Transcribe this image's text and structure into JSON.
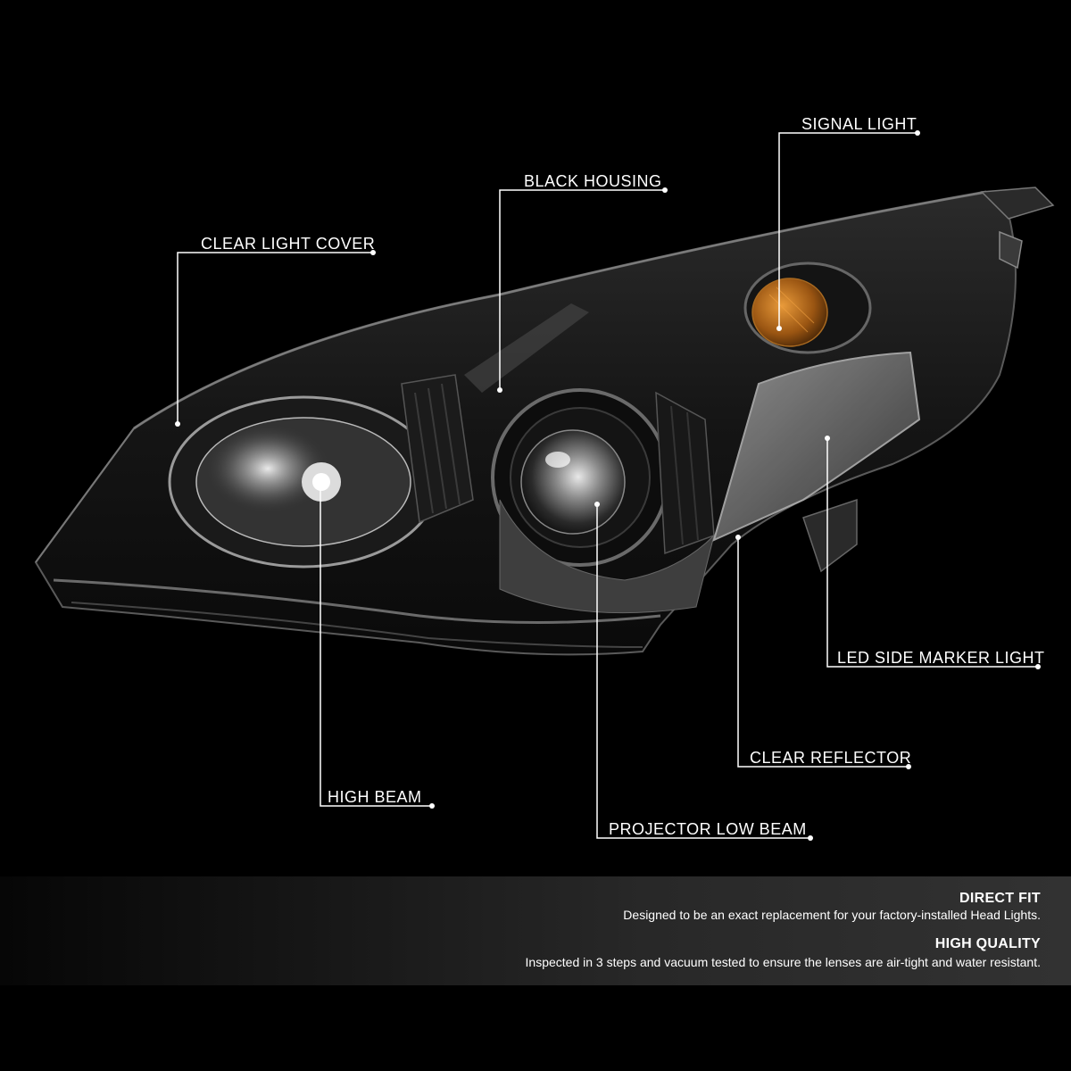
{
  "callouts": {
    "signal_light": "SIGNAL LIGHT",
    "black_housing": "BLACK HOUSING",
    "clear_light_cover": "CLEAR LIGHT COVER",
    "led_side_marker_light": "LED SIDE MARKER LIGHT",
    "clear_reflector": "CLEAR REFLECTOR",
    "high_beam": "HIGH BEAM",
    "projector_low_beam": "PROJECTOR LOW BEAM"
  },
  "features": [
    {
      "title": "DIRECT FIT",
      "description": "Designed to be an exact replacement for your factory-installed Head Lights."
    },
    {
      "title": "HIGH QUALITY",
      "description": "Inspected in 3 steps and vacuum tested to ensure the lenses are air-tight and water resistant."
    }
  ],
  "colors": {
    "background": "#000000",
    "callout_line": "#ffffff",
    "amber_signal": "#c8781e"
  }
}
